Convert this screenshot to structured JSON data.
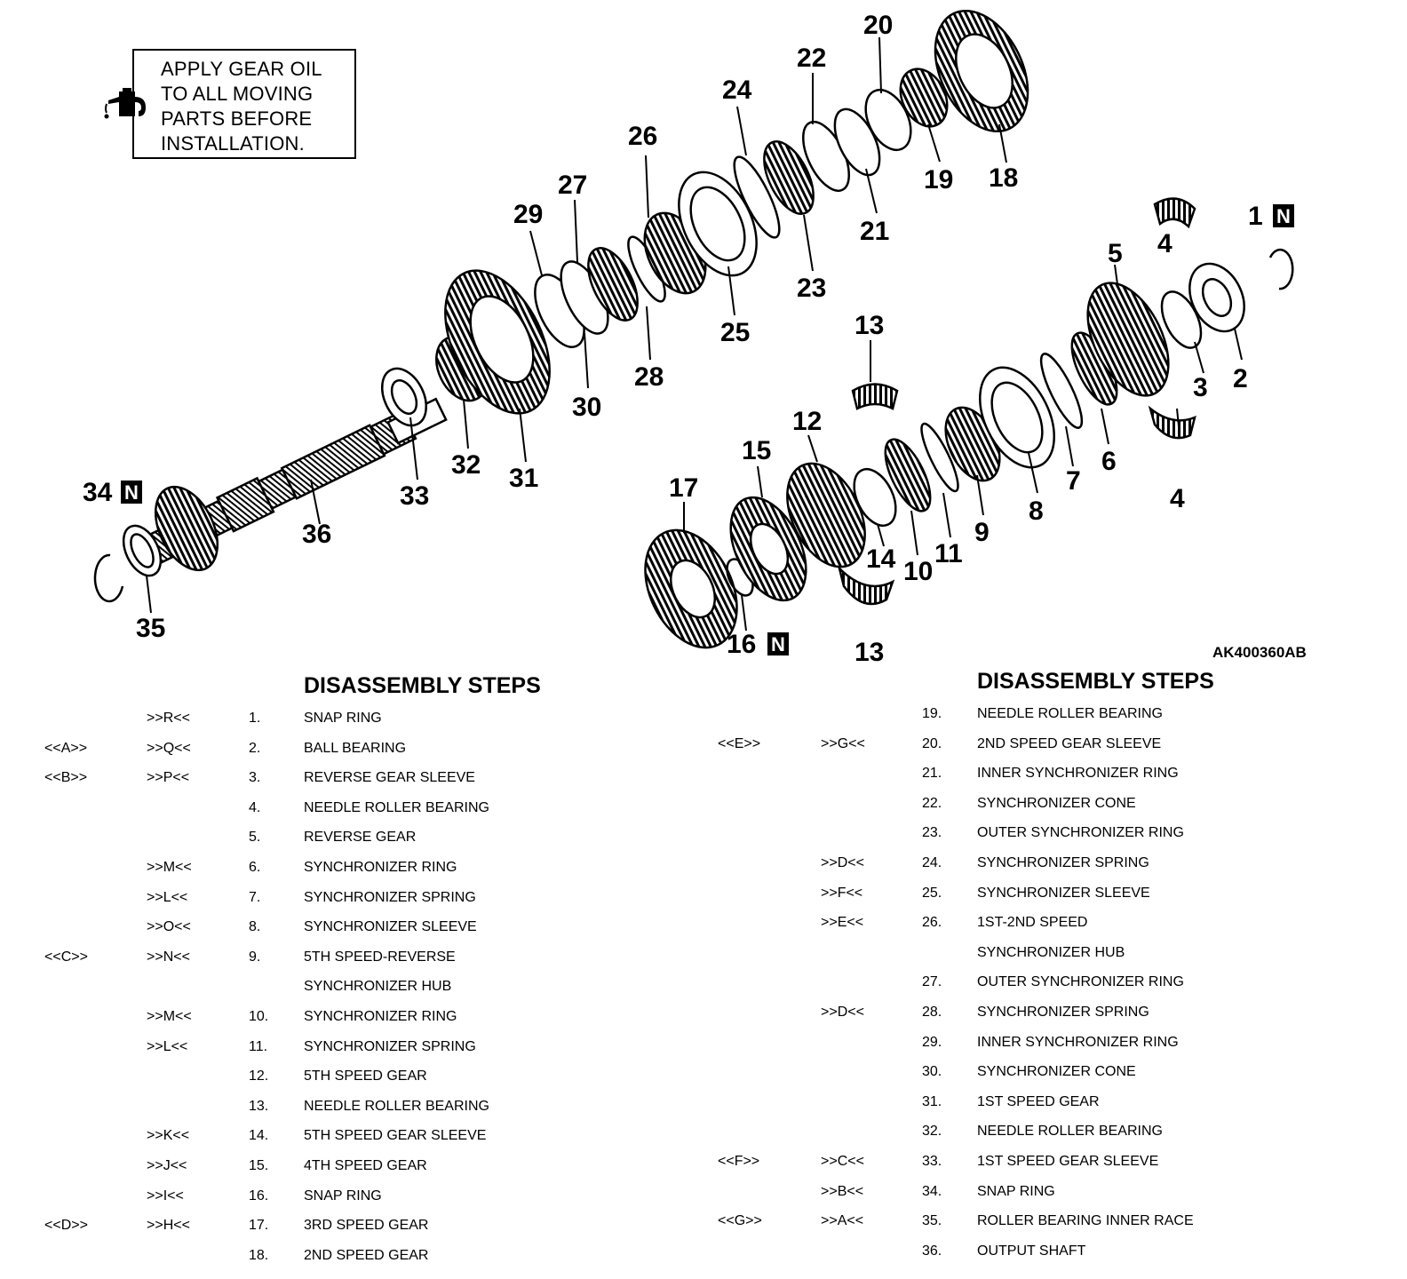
{
  "note": {
    "text": "APPLY GEAR OIL\nTO ALL MOVING\nPARTS BEFORE\nINSTALLATION.",
    "icon": "oil-can-icon"
  },
  "figure_code": "AK400360AB",
  "callouts": [
    "1",
    "2",
    "3",
    "4",
    "4",
    "5",
    "6",
    "7",
    "8",
    "9",
    "10",
    "11",
    "12",
    "13",
    "13",
    "14",
    "15",
    "16",
    "17",
    "18",
    "19",
    "20",
    "21",
    "22",
    "23",
    "24",
    "25",
    "26",
    "27",
    "28",
    "29",
    "30",
    "31",
    "32",
    "33",
    "34",
    "35",
    "36"
  ],
  "replace_marker": "N",
  "disassembly": {
    "heading": "DISASSEMBLY STEPS",
    "left_steps": [
      {
        "removal": "",
        "install": ">>R<<",
        "num": "1.",
        "name": "SNAP RING"
      },
      {
        "removal": "<<A>>",
        "install": ">>Q<<",
        "num": "2.",
        "name": "BALL BEARING"
      },
      {
        "removal": "<<B>>",
        "install": ">>P<<",
        "num": "3.",
        "name": "REVERSE GEAR SLEEVE"
      },
      {
        "removal": "",
        "install": "",
        "num": "4.",
        "name": "NEEDLE ROLLER BEARING"
      },
      {
        "removal": "",
        "install": "",
        "num": "5.",
        "name": "REVERSE GEAR"
      },
      {
        "removal": "",
        "install": ">>M<<",
        "num": "6.",
        "name": "SYNCHRONIZER RING"
      },
      {
        "removal": "",
        "install": ">>L<<",
        "num": "7.",
        "name": "SYNCHRONIZER SPRING"
      },
      {
        "removal": "",
        "install": ">>O<<",
        "num": "8.",
        "name": "SYNCHRONIZER SLEEVE"
      },
      {
        "removal": "<<C>>",
        "install": ">>N<<",
        "num": "9.",
        "name": "5TH SPEED-REVERSE"
      },
      {
        "removal": "",
        "install": "",
        "num": "",
        "name": "SYNCHRONIZER HUB"
      },
      {
        "removal": "",
        "install": ">>M<<",
        "num": "10.",
        "name": "SYNCHRONIZER RING"
      },
      {
        "removal": "",
        "install": ">>L<<",
        "num": "11.",
        "name": "SYNCHRONIZER SPRING"
      },
      {
        "removal": "",
        "install": "",
        "num": "12.",
        "name": "5TH SPEED GEAR"
      },
      {
        "removal": "",
        "install": "",
        "num": "13.",
        "name": "NEEDLE ROLLER BEARING"
      },
      {
        "removal": "",
        "install": ">>K<<",
        "num": "14.",
        "name": "5TH SPEED GEAR SLEEVE"
      },
      {
        "removal": "",
        "install": ">>J<<",
        "num": "15.",
        "name": "4TH SPEED GEAR"
      },
      {
        "removal": "",
        "install": ">>I<<",
        "num": "16.",
        "name": "SNAP RING"
      },
      {
        "removal": "<<D>>",
        "install": ">>H<<",
        "num": "17.",
        "name": "3RD SPEED GEAR"
      },
      {
        "removal": "",
        "install": "",
        "num": "18.",
        "name": "2ND SPEED GEAR"
      }
    ],
    "right_steps": [
      {
        "removal": "",
        "install": "",
        "num": "19.",
        "name": "NEEDLE ROLLER BEARING"
      },
      {
        "removal": "<<E>>",
        "install": ">>G<<",
        "num": "20.",
        "name": "2ND SPEED GEAR SLEEVE"
      },
      {
        "removal": "",
        "install": "",
        "num": "21.",
        "name": "INNER SYNCHRONIZER RING"
      },
      {
        "removal": "",
        "install": "",
        "num": "22.",
        "name": "SYNCHRONIZER CONE"
      },
      {
        "removal": "",
        "install": "",
        "num": "23.",
        "name": "OUTER SYNCHRONIZER RING"
      },
      {
        "removal": "",
        "install": ">>D<<",
        "num": "24.",
        "name": "SYNCHRONIZER SPRING"
      },
      {
        "removal": "",
        "install": ">>F<<",
        "num": "25.",
        "name": "SYNCHRONIZER SLEEVE"
      },
      {
        "removal": "",
        "install": ">>E<<",
        "num": "26.",
        "name": "1ST-2ND SPEED"
      },
      {
        "removal": "",
        "install": "",
        "num": "",
        "name": "SYNCHRONIZER HUB"
      },
      {
        "removal": "",
        "install": "",
        "num": "27.",
        "name": "OUTER SYNCHRONIZER RING"
      },
      {
        "removal": "",
        "install": ">>D<<",
        "num": "28.",
        "name": "SYNCHRONIZER SPRING"
      },
      {
        "removal": "",
        "install": "",
        "num": "29.",
        "name": "INNER SYNCHRONIZER RING"
      },
      {
        "removal": "",
        "install": "",
        "num": "30.",
        "name": "SYNCHRONIZER CONE"
      },
      {
        "removal": "",
        "install": "",
        "num": "31.",
        "name": "1ST SPEED GEAR"
      },
      {
        "removal": "",
        "install": "",
        "num": "32.",
        "name": "NEEDLE ROLLER BEARING"
      },
      {
        "removal": "<<F>>",
        "install": ">>C<<",
        "num": "33.",
        "name": "1ST SPEED GEAR SLEEVE"
      },
      {
        "removal": "",
        "install": ">>B<<",
        "num": "34.",
        "name": "SNAP RING"
      },
      {
        "removal": "<<G>>",
        "install": ">>A<<",
        "num": "35.",
        "name": "ROLLER BEARING INNER RACE"
      },
      {
        "removal": "",
        "install": "",
        "num": "36.",
        "name": "OUTPUT SHAFT"
      }
    ]
  }
}
